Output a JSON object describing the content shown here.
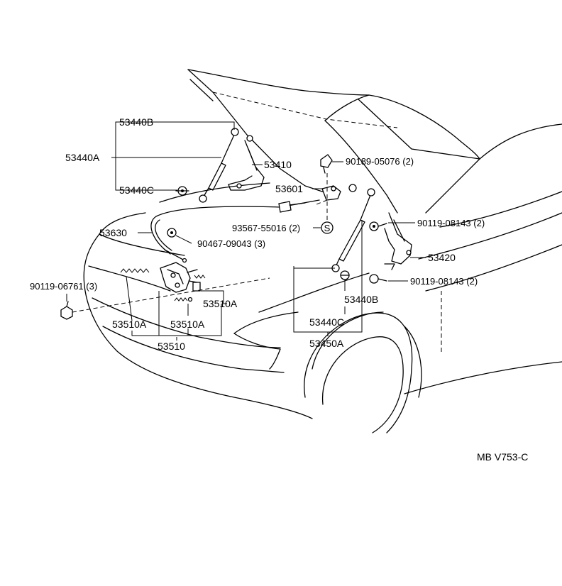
{
  "labels": {
    "p53440b_top": "53440B",
    "p53440a": "53440A",
    "p53440c_left": "53440C",
    "p53410": "53410",
    "p90189": "90189-05076 (2)",
    "p53601": "53601",
    "p93567": "93567-55016 (2)",
    "p90119_08143_a": "90119-08143 (2)",
    "p53630": "53630",
    "p90467": "90467-09043 (3)",
    "p53420": "53420",
    "p90119_06761": "90119-06761 (3)",
    "p90119_08143_b": "90119-08143 (2)",
    "p53510a_right": "53510A",
    "p53440b_right": "53440B",
    "p53510a_left": "53510A",
    "p53510a_mid": "53510A",
    "p53440c_right": "53440C",
    "p53510": "53510",
    "p53450a": "53450A",
    "s_mark": "S"
  },
  "code": "MB V753-C"
}
